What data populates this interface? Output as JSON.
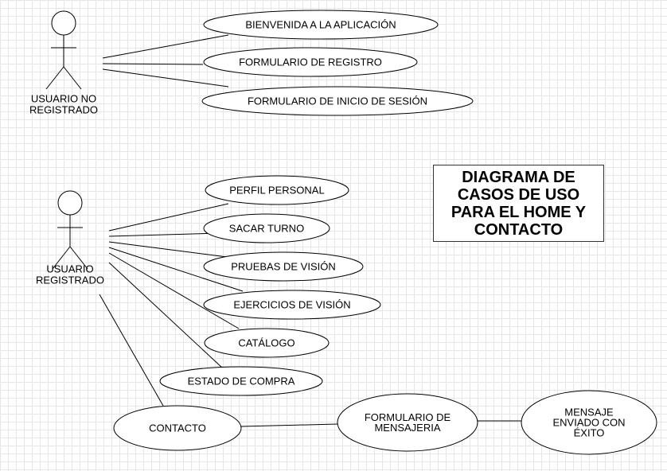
{
  "actors": [
    {
      "id": "unregistered",
      "label": "USUARIO NO\nREGISTRADO"
    },
    {
      "id": "registered",
      "label": "USUARIO\nREGISTRADO"
    }
  ],
  "use_cases": [
    {
      "id": "welcome",
      "label": "BIENVENIDA A LA APLICACIÓN"
    },
    {
      "id": "register-form",
      "label": "FORMULARIO DE REGISTRO"
    },
    {
      "id": "login-form",
      "label": "FORMULARIO DE INICIO DE SESIÓN"
    },
    {
      "id": "profile",
      "label": "PERFIL PERSONAL"
    },
    {
      "id": "appointment",
      "label": "SACAR TURNO"
    },
    {
      "id": "vision-tests",
      "label": "PRUEBAS DE VISIÓN"
    },
    {
      "id": "vision-exercises",
      "label": "EJERCICIOS DE VISIÓN"
    },
    {
      "id": "catalog",
      "label": "CATÁLOGO"
    },
    {
      "id": "purchase-status",
      "label": "ESTADO DE COMPRA"
    },
    {
      "id": "contact",
      "label": "CONTACTO"
    },
    {
      "id": "messaging-form",
      "label": "FORMULARIO DE\nMENSAJERIA"
    },
    {
      "id": "message-sent",
      "label": "MENSAJE\nENVIADO CON\nÉXITO"
    }
  ],
  "associations": [
    [
      "unregistered",
      "welcome"
    ],
    [
      "unregistered",
      "register-form"
    ],
    [
      "unregistered",
      "login-form"
    ],
    [
      "registered",
      "profile"
    ],
    [
      "registered",
      "appointment"
    ],
    [
      "registered",
      "vision-tests"
    ],
    [
      "registered",
      "vision-exercises"
    ],
    [
      "registered",
      "catalog"
    ],
    [
      "registered",
      "purchase-status"
    ],
    [
      "registered",
      "contact"
    ],
    [
      "contact",
      "messaging-form"
    ],
    [
      "messaging-form",
      "message-sent"
    ]
  ],
  "title": "DIAGRAMA DE\nCASOS DE USO\nPARA EL HOME Y\nCONTACTO"
}
